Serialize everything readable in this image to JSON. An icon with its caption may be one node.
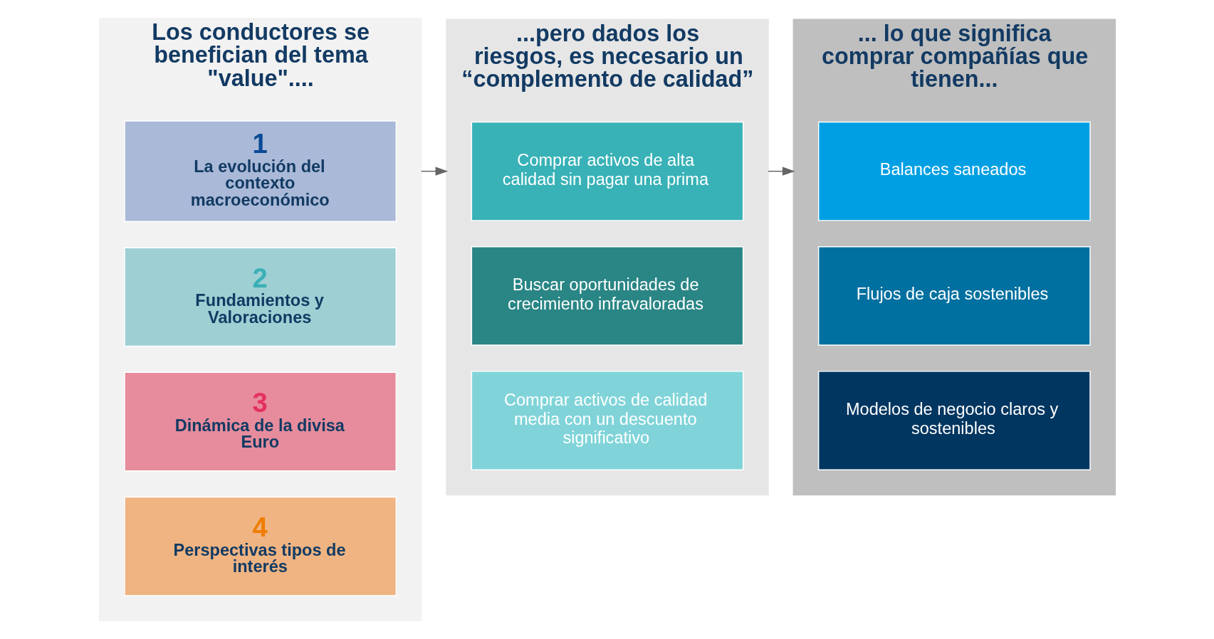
{
  "diagram": {
    "nodes": [
      {
        "text": [
          "Los conductores se benefician del tema \"value\"...."
        ]
      },
      {
        "text": [
          "1",
          "La evolución del contexto macroeconómico"
        ],
        "in": 0
      },
      {
        "text": [
          "2",
          "Fundamientos y Valoraciones"
        ],
        "in": 0
      },
      {
        "text": [
          "3",
          "Dinámica de la divisa Euro"
        ],
        "in": 0
      },
      {
        "text": [
          "4",
          "Perspectivas tipos de interés"
        ],
        "in": 0
      },
      {
        "text": [
          "...pero dados los riesgos, es necesario un “complemento de calidad”"
        ]
      },
      {
        "text": [
          "Comprar activos de alta calidad sin pagar una prima"
        ],
        "in": 5
      },
      {
        "text": [
          "Buscar oportunidades de crecimiento infravaloradas"
        ],
        "in": 5
      },
      {
        "text": [
          "Comprar activos de calidad media con un descuento significativo"
        ],
        "in": 5
      },
      {
        "text": [
          "... lo que significa comprar compañías que tienen..."
        ]
      },
      {
        "text": [
          "Balances saneados"
        ],
        "in": 9
      },
      {
        "text": [
          "Flujos de caja sostenibles"
        ],
        "in": 9
      },
      {
        "text": [
          "Modelos de negocio claros y sostenibles"
        ],
        "in": 9
      }
    ],
    "edges": [
      {
        "from": 0,
        "to": 5,
        "arrow": "to"
      },
      {
        "from": 5,
        "to": 9,
        "arrow": "to"
      }
    ]
  }
}
